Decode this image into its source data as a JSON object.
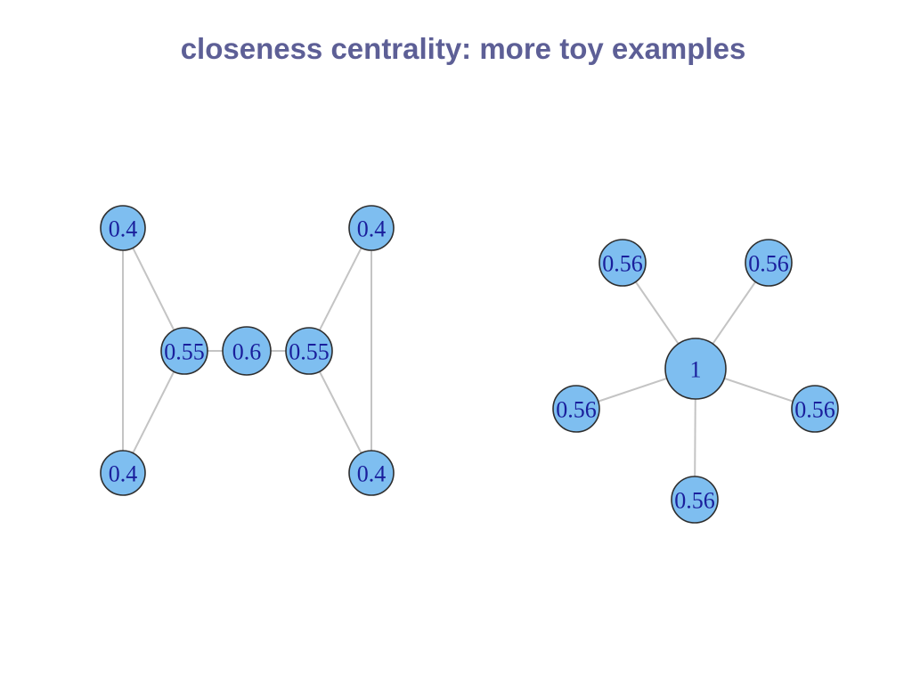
{
  "title": "closeness centrality: more toy examples",
  "colors": {
    "title": "#5d5f96",
    "node_fill": "#7ebef0",
    "node_stroke": "#2e2e2e",
    "node_label": "#1a1f9c",
    "edge": "#c4c4c4"
  },
  "graphs": [
    {
      "id": "bowtie",
      "nodes": [
        {
          "id": "a",
          "label": "0.4"
        },
        {
          "id": "b",
          "label": "0.4"
        },
        {
          "id": "c",
          "label": "0.55"
        },
        {
          "id": "d",
          "label": "0.6"
        },
        {
          "id": "e",
          "label": "0.55"
        },
        {
          "id": "f",
          "label": "0.4"
        },
        {
          "id": "g",
          "label": "0.4"
        }
      ],
      "edges": [
        [
          "a",
          "b"
        ],
        [
          "a",
          "c"
        ],
        [
          "b",
          "c"
        ],
        [
          "c",
          "d"
        ],
        [
          "d",
          "e"
        ],
        [
          "e",
          "f"
        ],
        [
          "e",
          "g"
        ],
        [
          "f",
          "g"
        ]
      ]
    },
    {
      "id": "star",
      "nodes": [
        {
          "id": "hub",
          "label": "1"
        },
        {
          "id": "s1",
          "label": "0.56"
        },
        {
          "id": "s2",
          "label": "0.56"
        },
        {
          "id": "s3",
          "label": "0.56"
        },
        {
          "id": "s4",
          "label": "0.56"
        },
        {
          "id": "s5",
          "label": "0.56"
        }
      ],
      "edges": [
        [
          "hub",
          "s1"
        ],
        [
          "hub",
          "s2"
        ],
        [
          "hub",
          "s3"
        ],
        [
          "hub",
          "s4"
        ],
        [
          "hub",
          "s5"
        ]
      ]
    }
  ]
}
